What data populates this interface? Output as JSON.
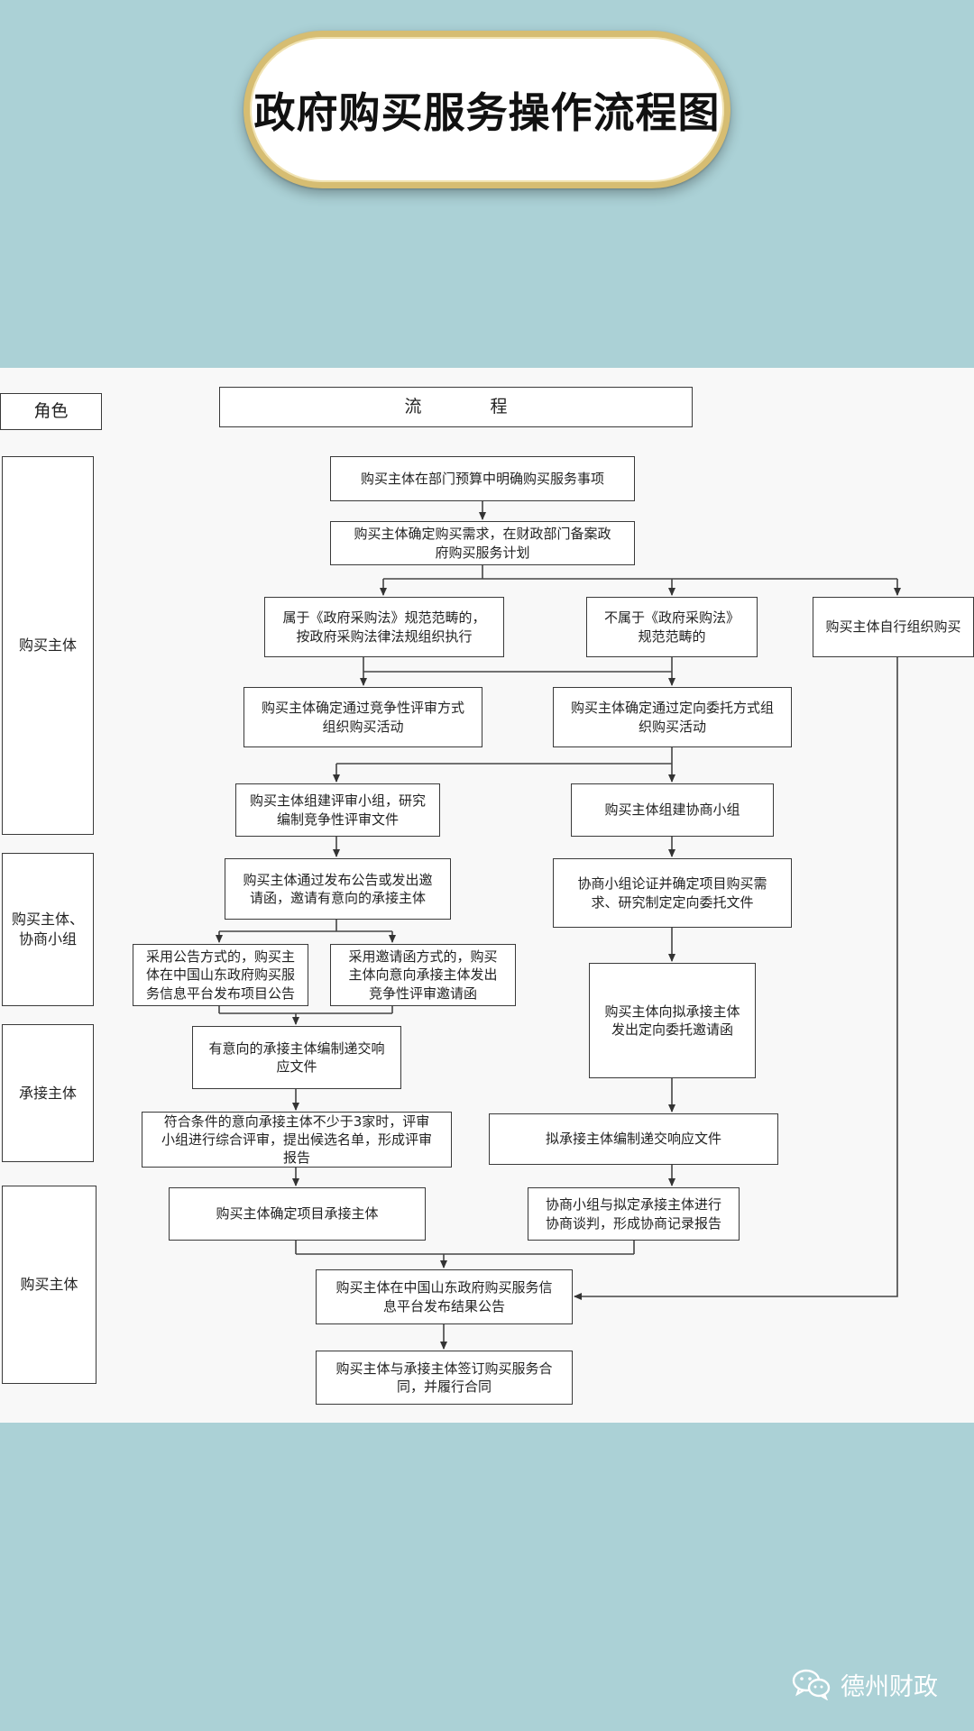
{
  "title": "政府购买服务操作流程图",
  "header": {
    "role": "角色",
    "process": "流　　　　程"
  },
  "roles": [
    "购买主体",
    "购买主体、\n协商小组",
    "承接主体",
    "购买主体"
  ],
  "nodes": {
    "n1": "购买主体在部门预算中明确购买服务事项",
    "n2": "购买主体确定购买需求，在财政部门备案政\n府购买服务计划",
    "n3": "属于《政府采购法》规范范畴的，\n按政府采购法律法规组织执行",
    "n4": "不属于《政府采购法》\n规范范畴的",
    "n5": "购买主体自行组织购买",
    "n6": "购买主体确定通过竞争性评审方式\n组织购买活动",
    "n7": "购买主体确定通过定向委托方式组\n织购买活动",
    "n8": "购买主体组建评审小组，研究\n编制竞争性评审文件",
    "n9": "购买主体组建协商小组",
    "n10": "购买主体通过发布公告或发出邀\n请函，邀请有意向的承接主体",
    "n11": "协商小组论证并确定项目购买需\n求、研究制定定向委托文件",
    "n12": "采用公告方式的，购买主\n体在中国山东政府购买服\n务信息平台发布项目公告",
    "n13": "采用邀请函方式的，购买\n主体向意向承接主体发出\n竞争性评审邀请函",
    "n14": "购买主体向拟承接主体\n发出定向委托邀请函",
    "n15": "有意向的承接主体编制递交响\n应文件",
    "n16": "符合条件的意向承接主体不少于3家时，评审\n小组进行综合评审，提出候选名单，形成评审\n报告",
    "n17": "拟承接主体编制递交响应文件",
    "n18": "购买主体确定项目承接主体",
    "n19": "协商小组与拟定承接主体进行\n协商谈判，形成协商记录报告",
    "n20": "购买主体在中国山东政府购买服务信\n息平台发布结果公告",
    "n21": "购买主体与承接主体签订购买服务合\n同，并履行合同"
  },
  "watermark": {
    "icon": "wechat-icon",
    "text": "德州财政"
  },
  "colors": {
    "background": "#abd1d6",
    "panel": "#f8f8f8",
    "border": "#3a3a3a",
    "title_border": "#d6bd72"
  }
}
